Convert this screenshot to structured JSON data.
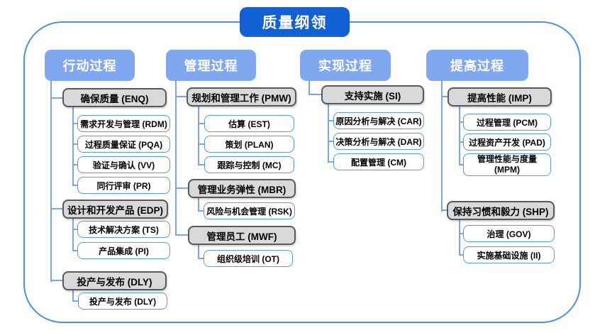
{
  "title": "质量纲领",
  "colors": {
    "title_bg": "#1160d6",
    "header_bg": "#7fa8f0",
    "gray_fill": "#d9d9d9",
    "gray_border": "#595959",
    "node_border": "#5b9bd5",
    "line": "#7aa5ec",
    "line_strong": "#4a90e8"
  },
  "columns": [
    {
      "header": "行动过程",
      "groups": [
        {
          "label": "确保质量 (ENQ)",
          "children": [
            "需求开发与管理 (RDM)",
            "过程质量保证 (PQA)",
            "验证与确认 (VV)",
            "同行评审 (PR)"
          ]
        },
        {
          "label": "设计和开发产品 (EDP)",
          "children": [
            "技术解决方案 (TS)",
            "产品集成 (PI)"
          ]
        },
        {
          "label": "投产与发布 (DLY)",
          "children": [
            "投产与发布 (DLY)"
          ]
        }
      ]
    },
    {
      "header": "管理过程",
      "groups": [
        {
          "label": "规划和管理工作 (PMW)",
          "children": [
            "估算 (EST)",
            "策划 (PLAN)",
            "跟踪与控制 (MC)"
          ]
        },
        {
          "label": "管理业务弹性 (MBR)",
          "children": [
            "风险与机会管理 (RSK)"
          ]
        },
        {
          "label": "管理员工 (MWF)",
          "children": [
            "组织级培训 (OT)"
          ]
        }
      ]
    },
    {
      "header": "实现过程",
      "groups": [
        {
          "label": "支持实施 (SI)",
          "children": [
            "原因分析与解决 (CAR)",
            "决策分析与解决 (DAR)",
            "配置管理 (CM)"
          ]
        }
      ]
    },
    {
      "header": "提高过程",
      "groups": [
        {
          "label": "提高性能 (IMP)",
          "children": [
            "过程管理 (PCM)",
            "过程资产开发 (PAD)",
            "管理性能与度量 (MPM)"
          ]
        },
        {
          "label": "保持习惯和毅力 (SHP)",
          "children": [
            "治理 (GOV)",
            "实施基础设施 (II)"
          ]
        }
      ]
    }
  ]
}
